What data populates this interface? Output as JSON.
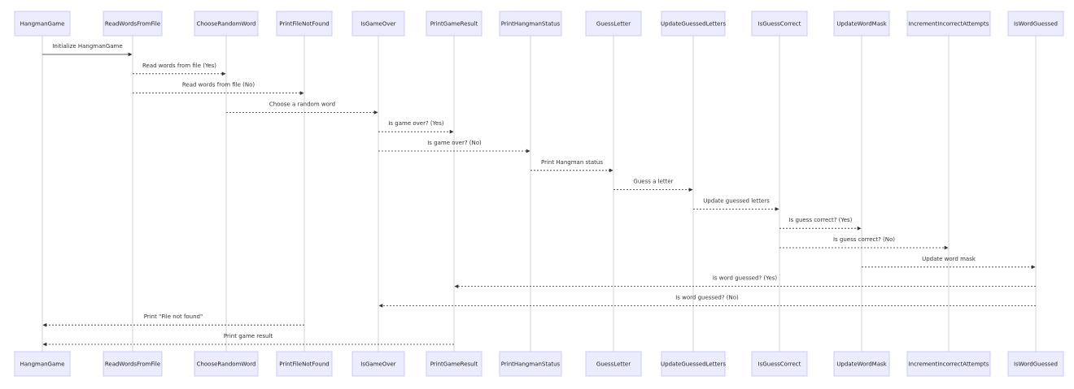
{
  "actors": [
    {
      "id": "HangmanGame",
      "label": "HangmanGame"
    },
    {
      "id": "ReadWordsFromFile",
      "label": "ReadWordsFromFile"
    },
    {
      "id": "ChooseRandomWord",
      "label": "ChooseRandomWord"
    },
    {
      "id": "PrintFileNotFound",
      "label": "PrintFileNotFound"
    },
    {
      "id": "IsGameOver",
      "label": "IsGameOver"
    },
    {
      "id": "PrintGameResult",
      "label": "PrintGameResult"
    },
    {
      "id": "PrintHangmanStatus",
      "label": "PrintHangmanStatus"
    },
    {
      "id": "GuessLetter",
      "label": "GuessLetter"
    },
    {
      "id": "UpdateGuessedLetters",
      "label": "UpdateGuessedLetters"
    },
    {
      "id": "IsGuessCorrect",
      "label": "IsGuessCorrect"
    },
    {
      "id": "UpdateWordMask",
      "label": "UpdateWordMask"
    },
    {
      "id": "IncrementIncorrectAttempts",
      "label": "IncrementIncorrectAttempts"
    },
    {
      "id": "IsWordGuessed",
      "label": "IsWordGuessed"
    }
  ],
  "messages": [
    {
      "from": 0,
      "to": 1,
      "label": "Initialize HangmanGame",
      "style": "solid"
    },
    {
      "from": 1,
      "to": 2,
      "label": "Read words from file (Yes)",
      "style": "dotted"
    },
    {
      "from": 1,
      "to": 3,
      "label": "Read words from file (No)",
      "style": "dotted"
    },
    {
      "from": 2,
      "to": 4,
      "label": "Choose a random word",
      "style": "dotted"
    },
    {
      "from": 4,
      "to": 5,
      "label": "Is game over? (Yes)",
      "style": "dotted"
    },
    {
      "from": 4,
      "to": 6,
      "label": "Is game over? (No)",
      "style": "dotted"
    },
    {
      "from": 6,
      "to": 7,
      "label": "Print Hangman status",
      "style": "dotted"
    },
    {
      "from": 7,
      "to": 8,
      "label": "Guess a letter",
      "style": "dotted"
    },
    {
      "from": 8,
      "to": 9,
      "label": "Update guessed letters",
      "style": "dotted"
    },
    {
      "from": 9,
      "to": 10,
      "label": "Is guess correct? (Yes)",
      "style": "dotted"
    },
    {
      "from": 9,
      "to": 11,
      "label": "Is guess correct? (No)",
      "style": "dotted"
    },
    {
      "from": 10,
      "to": 12,
      "label": "Update word mask",
      "style": "dotted"
    },
    {
      "from": 12,
      "to": 5,
      "label": "Is word guessed? (Yes)",
      "style": "dotted"
    },
    {
      "from": 12,
      "to": 4,
      "label": "Is word guessed? (No)",
      "style": "dotted"
    },
    {
      "from": 3,
      "to": 0,
      "label": "Print \"File not found\"",
      "style": "dotted"
    },
    {
      "from": 5,
      "to": 0,
      "label": "Print game result",
      "style": "dotted"
    }
  ]
}
